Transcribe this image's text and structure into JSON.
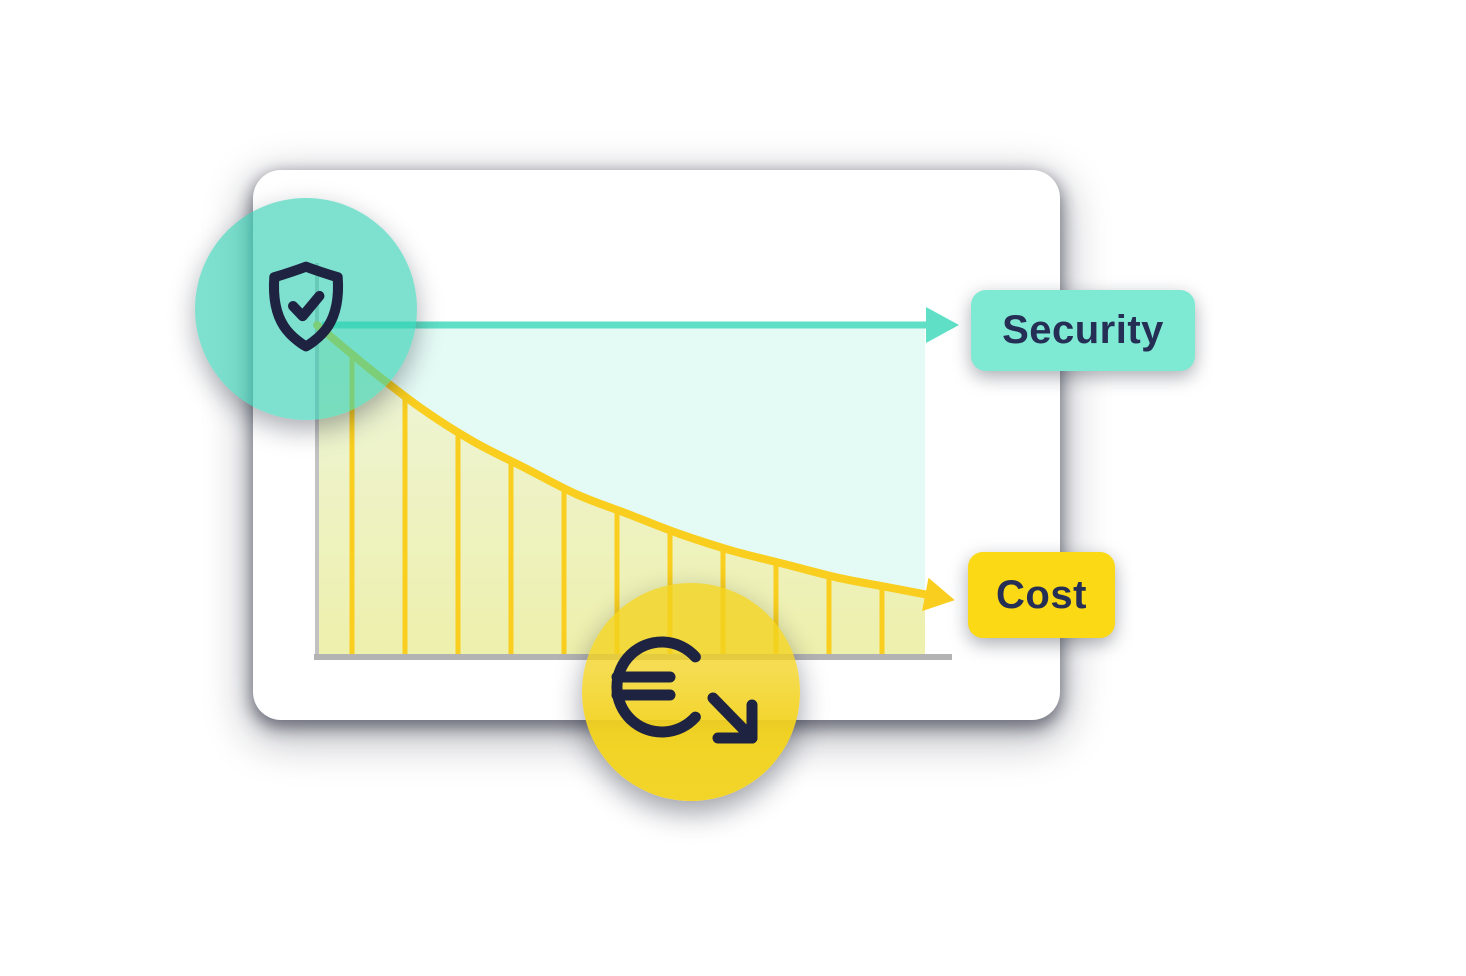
{
  "labels": {
    "security": "Security",
    "cost": "Cost"
  },
  "icons": {
    "security_badge": "shield-check-icon",
    "cost_badge": "euro-decline-icon"
  },
  "colors": {
    "card_bg": "#FFFFFF",
    "teal_accent": "#5FE0C6",
    "teal_area": "#E4FAF4",
    "teal_pill_bg": "#7EEAD3",
    "teal_circle": "#2ECEB1",
    "yellow_accent": "#F9CE1F",
    "yellow_pill_bg": "#FBD915",
    "yellow_circle": "#F2D21C",
    "cost_area_top": "#EDF5DC",
    "cost_area_bottom": "#EEF0AC",
    "axis_left_gray": "#C2C2C2",
    "axis_base_gray": "#B3B3B3",
    "navy_text": "#252E54",
    "icon_navy": "#1D2340"
  },
  "chart_data": {
    "type": "area",
    "x": [
      0,
      1,
      2,
      3,
      4,
      5,
      6,
      7,
      8,
      9,
      10,
      11,
      12
    ],
    "series": [
      {
        "name": "Security",
        "values": [
          100,
          100,
          100,
          100,
          100,
          100,
          100,
          100,
          100,
          100,
          100,
          100,
          100
        ],
        "style": "flat-horizontal-arrow",
        "color": "#5FE0C6"
      },
      {
        "name": "Cost",
        "values": [
          100,
          87,
          75,
          65,
          57,
          49,
          43,
          37,
          32,
          28,
          24,
          21,
          18
        ],
        "style": "decaying-curve-arrow-with-vertical-hatching",
        "color": "#F9CE1F"
      }
    ],
    "title": "",
    "xlabel": "",
    "ylabel": "",
    "ylim": [
      0,
      100
    ],
    "grid": false,
    "hatch_line_count": 11,
    "legend_position": "end-of-line-pill-labels"
  }
}
